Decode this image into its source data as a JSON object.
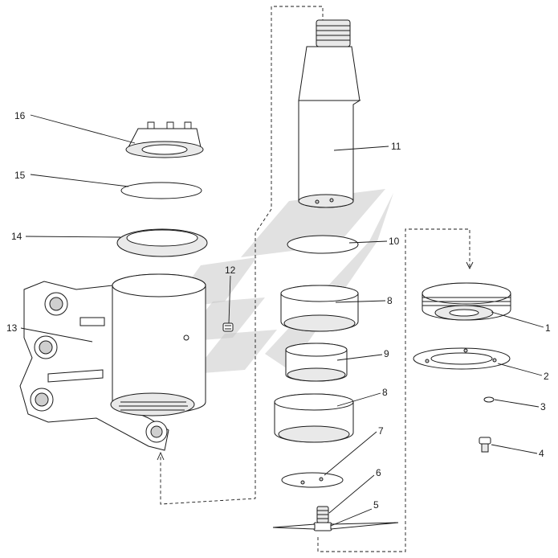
{
  "callouts": [
    {
      "id": "1",
      "label": "1"
    },
    {
      "id": "2",
      "label": "2"
    },
    {
      "id": "3",
      "label": "3"
    },
    {
      "id": "4",
      "label": "4"
    },
    {
      "id": "5",
      "label": "5"
    },
    {
      "id": "6",
      "label": "6"
    },
    {
      "id": "7",
      "label": "7"
    },
    {
      "id": "8a",
      "label": "8"
    },
    {
      "id": "8b",
      "label": "8"
    },
    {
      "id": "9",
      "label": "9"
    },
    {
      "id": "10",
      "label": "10"
    },
    {
      "id": "11",
      "label": "11"
    },
    {
      "id": "12",
      "label": "12"
    },
    {
      "id": "13",
      "label": "13"
    },
    {
      "id": "14",
      "label": "14"
    },
    {
      "id": "15",
      "label": "15"
    },
    {
      "id": "16",
      "label": "16"
    }
  ],
  "colors": {
    "line": "#1a1a1a",
    "shade": "#e9e9e9",
    "watermark": "#c9c9c9",
    "background": "#ffffff"
  }
}
